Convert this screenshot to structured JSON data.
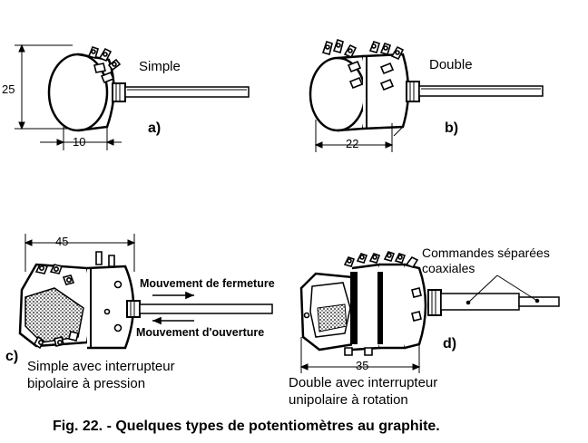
{
  "figure": {
    "caption": "Fig. 22. - Quelques types de potentiomètres au graphite.",
    "panel_a": {
      "letter": "a)",
      "title": "Simple",
      "dim_height": "25",
      "dim_depth": "10"
    },
    "panel_b": {
      "letter": "b)",
      "title": "Double",
      "dim_depth": "22"
    },
    "panel_c": {
      "letter": "c)",
      "dim_width": "45",
      "arrow_close": "Mouvement de fermeture",
      "arrow_open": "Mouvement d'ouverture",
      "desc_line1": "Simple avec interrupteur",
      "desc_line2": "bipolaire à pression"
    },
    "panel_d": {
      "letter": "d)",
      "dim_width": "35",
      "controls_line1": "Commandes séparées",
      "controls_line2": "coaxiales",
      "desc_line1": "Double avec interrupteur",
      "desc_line2": "unipolaire à rotation"
    }
  }
}
